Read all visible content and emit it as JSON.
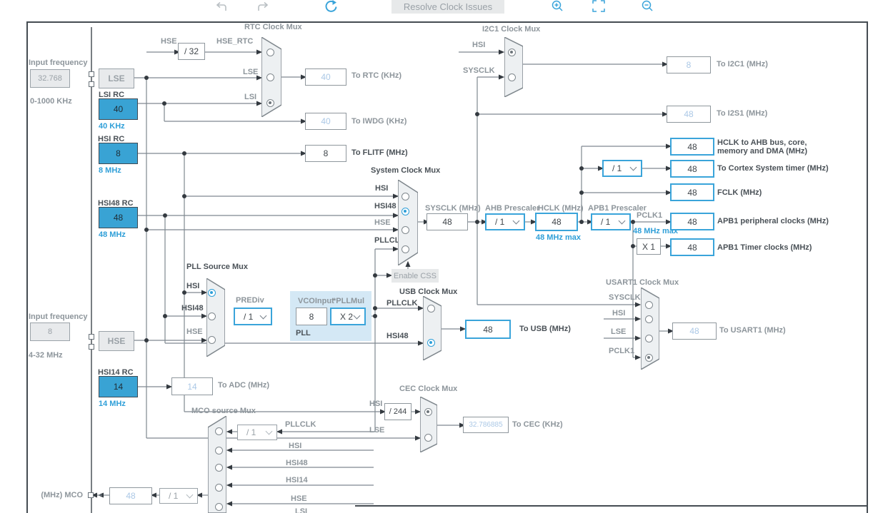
{
  "toolbar": {
    "resolve": "Resolve Clock Issues"
  },
  "left": {
    "freq1_label": "Input frequency",
    "freq1": "32.768",
    "freq1_range": "0-1000 KHz",
    "lse": "LSE",
    "lsi_label": "LSI RC",
    "lsi": "40",
    "lsi_freq": "40 KHz",
    "hsi_label": "HSI RC",
    "hsi": "8",
    "hsi_freq": "8 MHz",
    "hsi48_label": "HSI48 RC",
    "hsi48": "48",
    "hsi48_freq": "48 MHz",
    "freq2_label": "Input frequency",
    "freq2": "8",
    "freq2_range": "4-32 MHz",
    "hse": "HSE",
    "hsi14_label": "HSI14 RC",
    "hsi14": "14",
    "hsi14_freq": "14 MHz"
  },
  "rtc": {
    "title": "RTC Clock Mux",
    "hse": "HSE",
    "div": "/ 32",
    "hse_rtc": "HSE_RTC",
    "lse": "LSE",
    "lsi": "LSI",
    "value": "40",
    "label": "To RTC (KHz)",
    "iwdg_value": "40",
    "iwdg_label": "To IWDG (KHz)"
  },
  "flitf": {
    "value": "8",
    "label": "To FLITF (MHz)"
  },
  "sys": {
    "title": "System Clock Mux",
    "hsi": "HSI",
    "hsi48": "HSI48",
    "hse": "HSE",
    "pllclk": "PLLCLK",
    "sysclk_label": "SYSCLK (MHz)",
    "sysclk": "48",
    "css": "Enable CSS"
  },
  "ahb": {
    "label": "AHB Prescaler",
    "value": "/ 1"
  },
  "hclk": {
    "label": "HCLK (MHz)",
    "value": "48",
    "max": "48 MHz max"
  },
  "apb1": {
    "label": "APB1 Prescaler",
    "value": "/ 1",
    "pclk1": "PCLK1",
    "max": "48 MHz max",
    "x1": "X 1"
  },
  "out": {
    "ahb_value": "48",
    "ahb_l1": "HCLK to AHB bus, core,",
    "ahb_l2": "memory and DMA (MHz)",
    "cortex_div": "/ 1",
    "cortex_value": "48",
    "cortex_label": "To Cortex System timer (MHz)",
    "fclk_value": "48",
    "fclk_label": "FCLK (MHz)",
    "apb1p_value": "48",
    "apb1p_label": "APB1 peripheral clocks (MHz)",
    "apb1t_value": "48",
    "apb1t_label": "APB1 Timer clocks (MHz)"
  },
  "pll": {
    "title": "PLL Source Mux",
    "hsi": "HSI",
    "hsi48": "HSI48",
    "hse": "HSE",
    "prediv_label": "PREDiv",
    "prediv": "/ 1",
    "vco_label": "VCOInput",
    "vco": "8",
    "mul_label": "*PLLMul",
    "mul": "X 2",
    "name": "PLL"
  },
  "usb": {
    "title": "USB Clock Mux",
    "pllclk": "PLLCLK",
    "hsi48": "HSI48",
    "value": "48",
    "label": "To USB (MHz)"
  },
  "i2c1": {
    "title": "I2C1 Clock Mux",
    "hsi": "HSI",
    "sysclk": "SYSCLK",
    "value": "8",
    "label": "To I2C1 (MHz)",
    "i2s_value": "48",
    "i2s_label": "To I2S1 (MHz)"
  },
  "usart1": {
    "title": "USART1 Clock Mux",
    "sysclk": "SYSCLK",
    "hsi": "HSI",
    "lse": "LSE",
    "pclk1": "PCLK1",
    "value": "48",
    "label": "To USART1 (MHz)"
  },
  "cec": {
    "title": "CEC Clock Mux",
    "hsi": "HSI",
    "div": "/ 244",
    "lse": "LSE",
    "value": "32.786885",
    "label": "To CEC (KHz)"
  },
  "adc": {
    "value": "14",
    "label": "To ADC (MHz)"
  },
  "mco": {
    "title": "MCO source Mux",
    "pllclk": "PLLCLK",
    "pllclk_div": "/ 1",
    "hsi": "HSI",
    "hsi48": "HSI48",
    "hsi14": "HSI14",
    "hse": "HSE",
    "lsi": "LSI",
    "div": "/ 1",
    "value": "48",
    "label": "(MHz) MCO"
  }
}
